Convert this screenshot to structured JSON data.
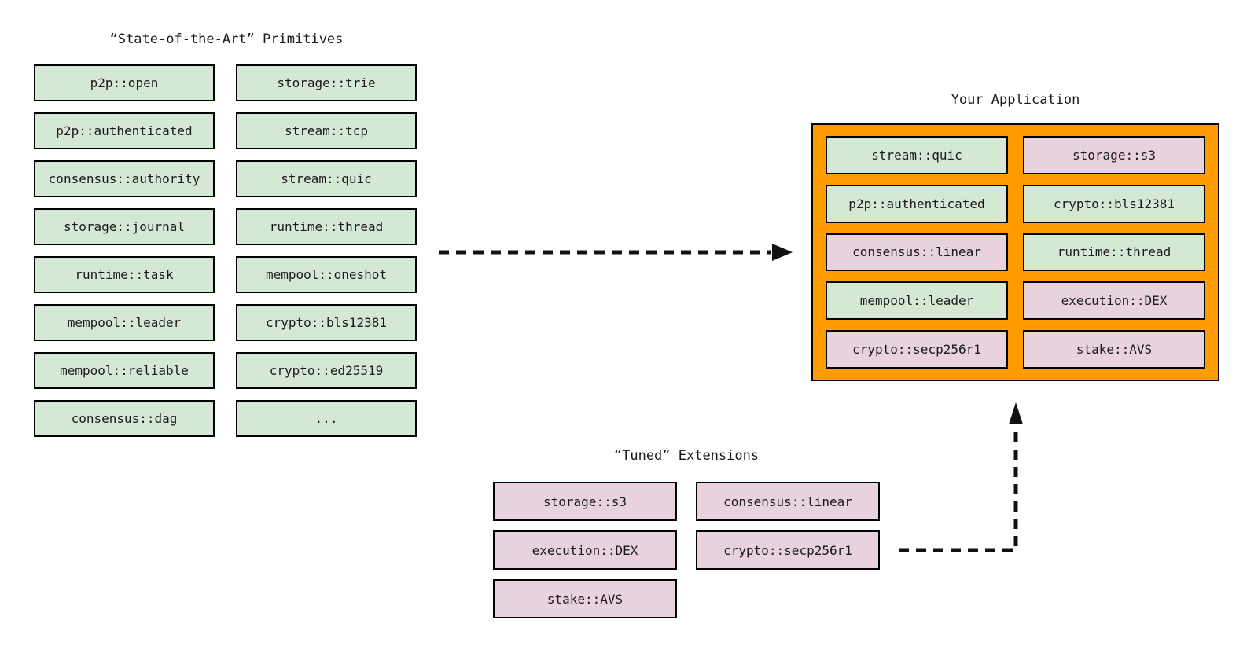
{
  "colors": {
    "canvas_bg": "#ffffff",
    "primitive_fill": "#d5e8d4",
    "extension_fill": "#e8d2dd",
    "application_fill": "#ff9d00",
    "box_border": "#000000",
    "arrow_color": "#111111",
    "text_color": "#1a1a1a"
  },
  "primitives": {
    "title": "“State-of-the-Art” Primitives",
    "columns": [
      [
        "p2p::open",
        "p2p::authenticated",
        "consensus::authority",
        "storage::journal",
        "runtime::task",
        "mempool::leader",
        "mempool::reliable",
        "consensus::dag"
      ],
      [
        "storage::trie",
        "stream::tcp",
        "stream::quic",
        "runtime::thread",
        "mempool::oneshot",
        "crypto::bls12381",
        "crypto::ed25519",
        "..."
      ]
    ]
  },
  "application": {
    "title": "Your Application",
    "columns": [
      [
        {
          "label": "stream::quic",
          "type": "primitive"
        },
        {
          "label": "p2p::authenticated",
          "type": "primitive"
        },
        {
          "label": "consensus::linear",
          "type": "extension"
        },
        {
          "label": "mempool::leader",
          "type": "primitive"
        },
        {
          "label": "crypto::secp256r1",
          "type": "extension"
        }
      ],
      [
        {
          "label": "storage::s3",
          "type": "extension"
        },
        {
          "label": "crypto::bls12381",
          "type": "primitive"
        },
        {
          "label": "runtime::thread",
          "type": "primitive"
        },
        {
          "label": "execution::DEX",
          "type": "extension"
        },
        {
          "label": "stake::AVS",
          "type": "extension"
        }
      ]
    ]
  },
  "extensions": {
    "title": "“Tuned” Extensions",
    "columns": [
      [
        "storage::s3",
        "execution::DEX",
        "stake::AVS"
      ],
      [
        "consensus::linear",
        "crypto::secp256r1"
      ]
    ]
  },
  "arrows": [
    {
      "name": "primitives-to-application",
      "style": "dashed",
      "label": ""
    },
    {
      "name": "extensions-to-application",
      "style": "dashed",
      "label": ""
    }
  ]
}
